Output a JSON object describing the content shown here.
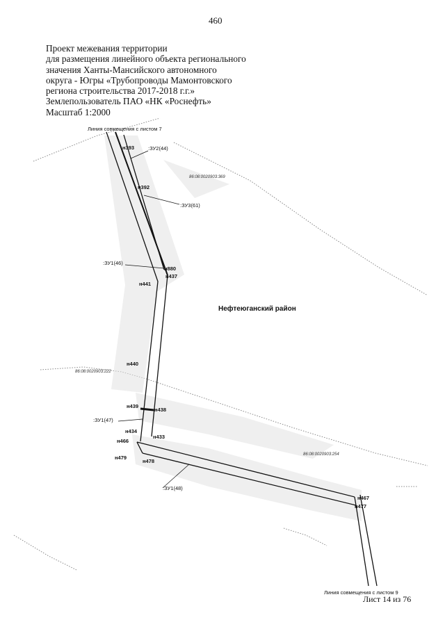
{
  "page_number": "460",
  "header_lines": [
    "Проект межевания территории",
    "для размещения линейного объекта регионального",
    "значения Ханты-Мансийского автономного",
    "округа - Югры «Трубопроводы Мамонтовского",
    "региона строительства 2017-2018 г.г.»",
    "Землепользователь ПАО «НК «Роснефть»",
    "Масштаб 1:2000"
  ],
  "map": {
    "match_line_top": "Линия совмещения с листом 7",
    "match_line_bottom": "Линия совмещения с листом 9",
    "district": "Нефтеюганский район",
    "cadastral": [
      "86:08:0020903:369",
      "86:08:0020903:222",
      "86:08:0020903:254"
    ],
    "parcels": [
      ":ЗУ2(44)",
      ":ЗУ3(61)",
      ":ЗУ1(46)",
      ":ЗУ1(47)",
      ":ЗУ1(48)"
    ],
    "points": [
      "н393",
      "н392",
      "н880",
      "н437",
      "н441",
      "н440",
      "н439",
      "н438",
      "н434",
      "н433",
      "н466",
      "н479",
      "н478",
      "н467",
      "н477"
    ]
  },
  "footer": "Лист 14 из 76"
}
